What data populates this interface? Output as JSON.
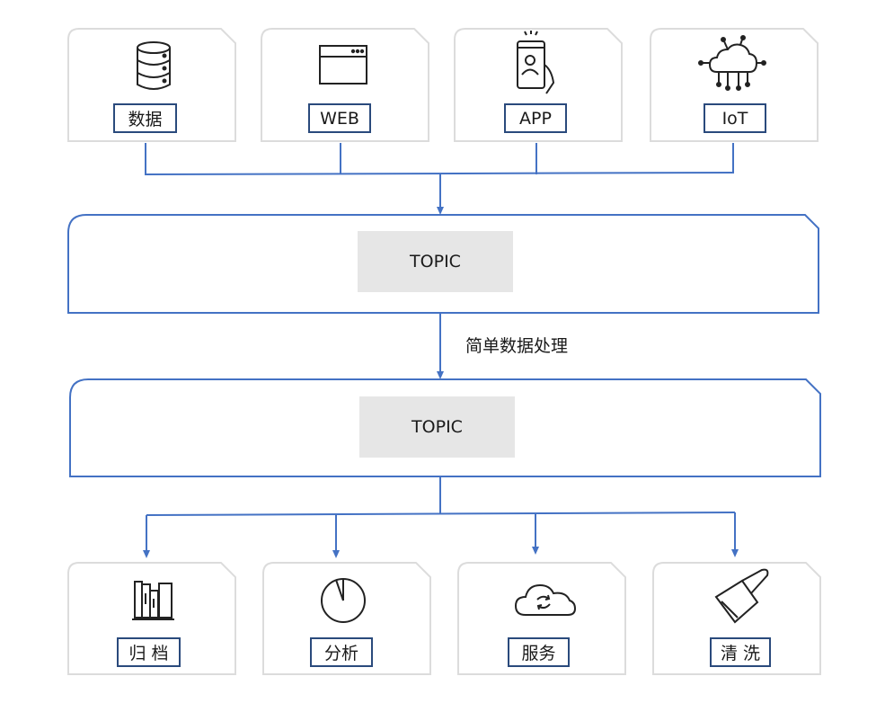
{
  "sources": [
    {
      "label": "数据",
      "icon": "database-icon"
    },
    {
      "label": "WEB",
      "icon": "browser-window-icon"
    },
    {
      "label": "APP",
      "icon": "mobile-app-icon"
    },
    {
      "label": "IoT",
      "icon": "iot-cloud-icon"
    }
  ],
  "topics": [
    {
      "label": "TOPIC"
    },
    {
      "label": "TOPIC"
    }
  ],
  "process_label": "简单数据处理",
  "consumers": [
    {
      "label": "归 档",
      "icon": "archive-books-icon"
    },
    {
      "label": "分析",
      "icon": "pie-chart-icon"
    },
    {
      "label": "服务",
      "icon": "cloud-sync-icon"
    },
    {
      "label": "清 洗",
      "icon": "cleaning-brush-icon"
    }
  ],
  "colors": {
    "line": "#4472c4",
    "card_border": "#dcdcdc",
    "label_border": "#2a4a7c",
    "topic_fill": "#e6e6e6"
  }
}
